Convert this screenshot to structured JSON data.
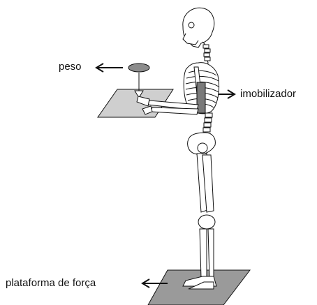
{
  "labels": {
    "weight": "peso",
    "immobilizer": "imobilizador",
    "force_platform": "plataforma de força"
  },
  "colors": {
    "line": "#111111",
    "tray_fill": "#c8c8c8",
    "platform_fill": "#9a9a9a",
    "weight_fill": "#8c8c8c",
    "immobilizer_fill": "#7a7a7a",
    "bone_fill": "#ffffff"
  }
}
